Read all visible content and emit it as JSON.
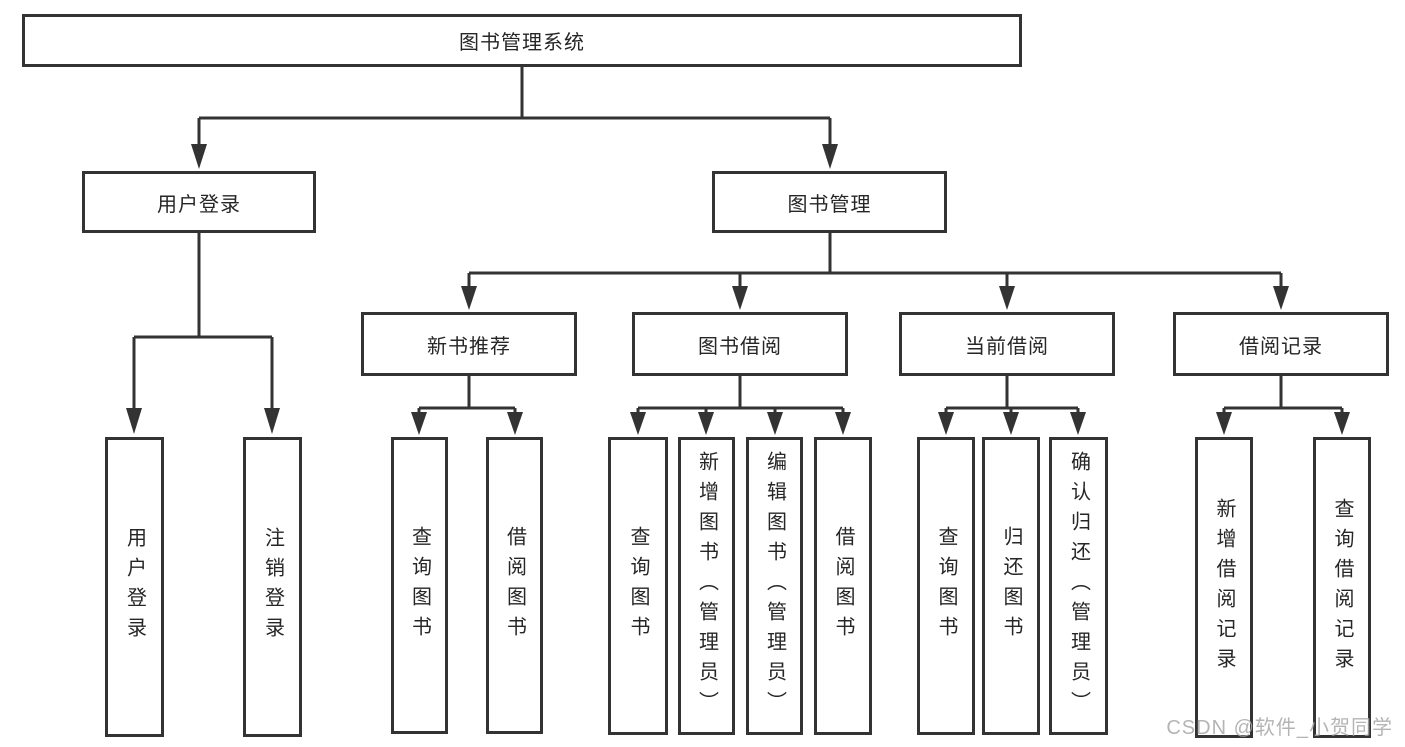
{
  "tree": {
    "root": {
      "label": "图书管理系统",
      "children": [
        {
          "label": "用户登录",
          "children": [
            {
              "label": "用户登录"
            },
            {
              "label": "注销登录"
            }
          ]
        },
        {
          "label": "图书管理",
          "children": [
            {
              "label": "新书推荐",
              "children": [
                {
                  "label": "查询图书"
                },
                {
                  "label": "借阅图书"
                }
              ]
            },
            {
              "label": "图书借阅",
              "children": [
                {
                  "label": "查询图书"
                },
                {
                  "label": "新增图书（管理员）"
                },
                {
                  "label": "编辑图书（管理员）"
                },
                {
                  "label": "借阅图书"
                }
              ]
            },
            {
              "label": "当前借阅",
              "children": [
                {
                  "label": "查询图书"
                },
                {
                  "label": "归还图书"
                },
                {
                  "label": "确认归还（管理员）"
                }
              ]
            },
            {
              "label": "借阅记录",
              "children": [
                {
                  "label": "新增借阅记录"
                },
                {
                  "label": "查询借阅记录"
                }
              ]
            }
          ]
        }
      ]
    }
  },
  "watermark": {
    "text": "CSDN @软件_小贺同学",
    "color": "#a8a8a8"
  },
  "colors": {
    "line": "#333333",
    "box_border": "#333333",
    "text": "#262626",
    "background": "#ffffff"
  }
}
